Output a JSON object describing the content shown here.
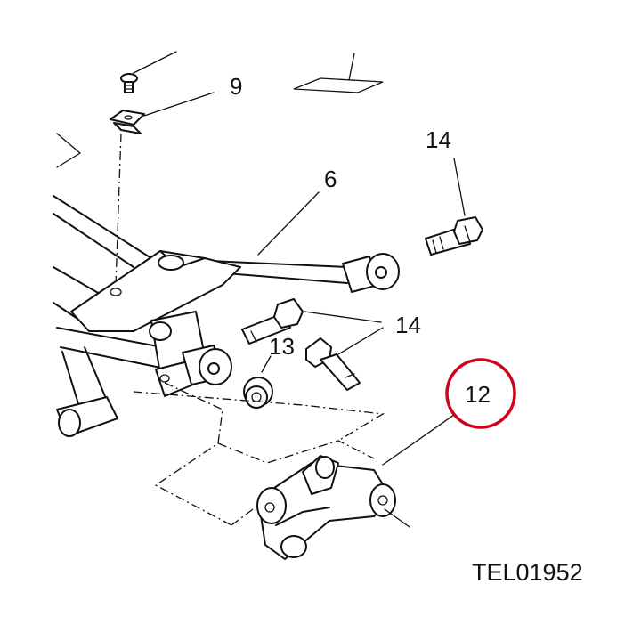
{
  "callouts": {
    "c9": "9",
    "c6": "6",
    "c14a": "14",
    "c14b": "14",
    "c13": "13",
    "c12": "12"
  },
  "reference": "TEL01952",
  "highlight_color": "#d0021b"
}
